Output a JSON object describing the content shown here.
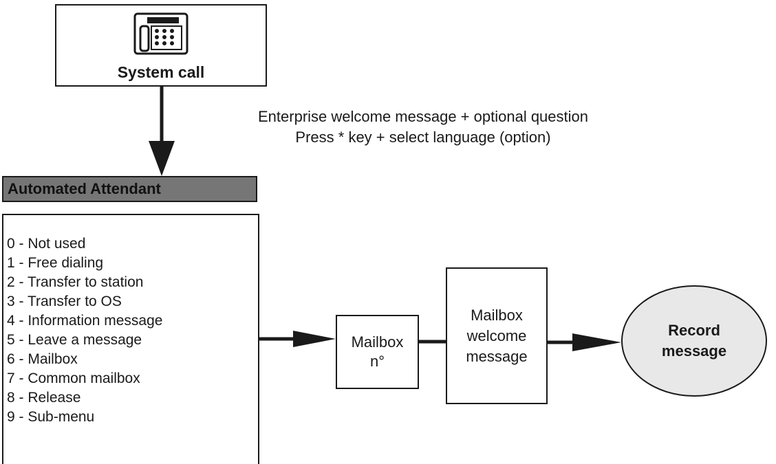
{
  "system_call": {
    "label": "System call",
    "icon": "telephone-keypad-icon"
  },
  "welcome_text": {
    "line1": "Enterprise welcome message + optional question",
    "line2": "Press * key + select language (option)"
  },
  "automated_attendant": {
    "title": "Automated Attendant",
    "options": [
      "0 - Not used",
      "1 - Free dialing",
      "2 - Transfer to station",
      "3 - Transfer to OS",
      "4 - Information message",
      "5 - Leave a message",
      "6 - Mailbox",
      "7 - Common mailbox",
      "8 - Release",
      "9 - Sub-menu"
    ]
  },
  "mailbox_number": {
    "line1": "Mailbox",
    "line2": "n°"
  },
  "mailbox_welcome": {
    "line1": "Mailbox",
    "line2": "welcome",
    "line3": "message"
  },
  "record_message": {
    "line1": "Record",
    "line2": "message"
  },
  "colors": {
    "header_fill": "#767676",
    "ellipse_fill": "#e8e8e8",
    "stroke": "#1a1a1a"
  }
}
